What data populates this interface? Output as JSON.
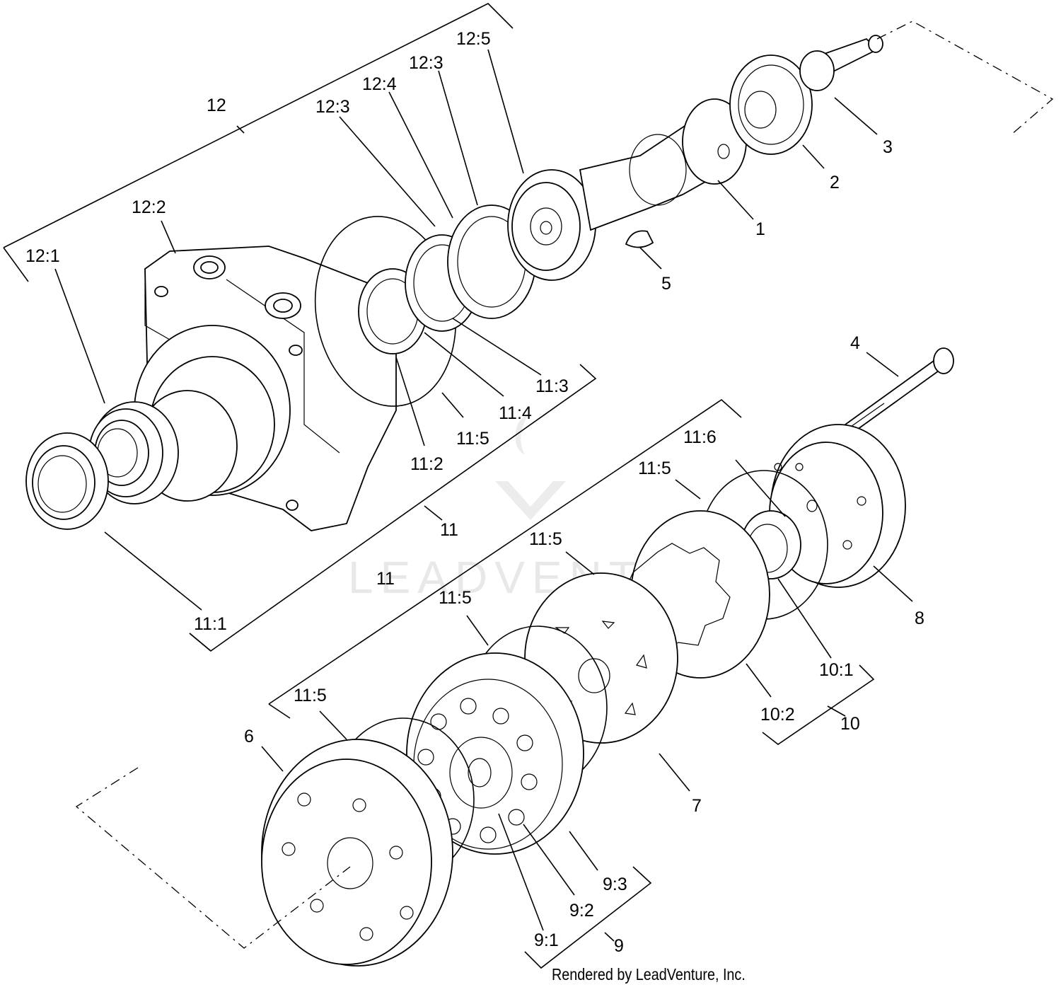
{
  "watermark": "LEADVENTURE",
  "credit": "Rendered by LeadVenture, Inc.",
  "callouts": {
    "c12": "12",
    "c12_5": "12:5",
    "c12_3a": "12:3",
    "c12_4": "12:4",
    "c12_3b": "12:3",
    "c12_2": "12:2",
    "c12_1": "12:1",
    "c3": "3",
    "c2": "2",
    "c1": "1",
    "c5": "5",
    "c11_3": "11:3",
    "c11_4": "11:4",
    "c11_5a": "11:5",
    "c11_2": "11:2",
    "c11a": "11",
    "c11_1": "11:1",
    "c4": "4",
    "c11_6": "11:6",
    "c11_5b": "11:5",
    "c11_5c": "11:5",
    "c11b": "11",
    "c11_5d": "11:5",
    "c8": "8",
    "c10_1": "10:1",
    "c10_2": "10:2",
    "c10": "10",
    "c11_5e": "11:5",
    "c6": "6",
    "c7": "7",
    "c9_3": "9:3",
    "c9_2": "9:2",
    "c9_1": "9:1",
    "c9": "9"
  }
}
